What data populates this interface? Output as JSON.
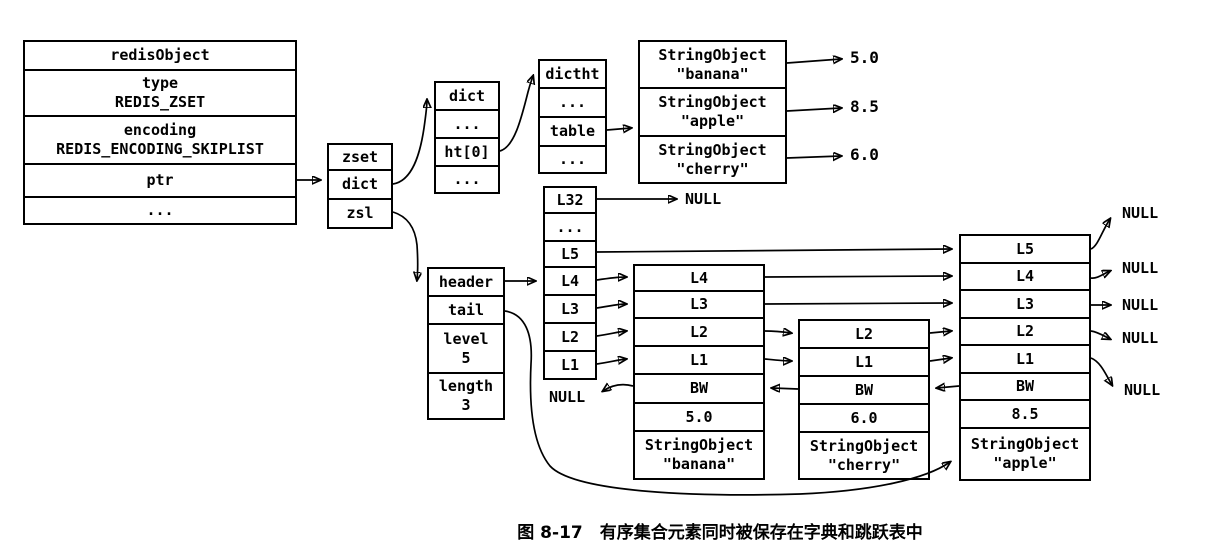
{
  "figure": {
    "caption": "图 8-17　有序集合元素同时被保存在字典和跳跃表中"
  },
  "labels": {
    "null": "NULL",
    "ellipsis": "..."
  },
  "redis_object": {
    "title": "redisObject",
    "type_label": "type",
    "type_value": "REDIS_ZSET",
    "encoding_label": "encoding",
    "encoding_value": "REDIS_ENCODING_SKIPLIST",
    "ptr_label": "ptr"
  },
  "zset": {
    "title": "zset",
    "dict_field": "dict",
    "zsl_field": "zsl"
  },
  "dict": {
    "title": "dict",
    "ht0_field": "ht[0]"
  },
  "dictht": {
    "title": "dictht",
    "table_field": "table"
  },
  "hash_table": {
    "entries": [
      {
        "line1": "StringObject",
        "line2": "\"banana\"",
        "score": "5.0"
      },
      {
        "line1": "StringObject",
        "line2": "\"apple\"",
        "score": "8.5"
      },
      {
        "line1": "StringObject",
        "line2": "\"cherry\"",
        "score": "6.0"
      }
    ]
  },
  "skiplist": {
    "header_field": "header",
    "tail_field": "tail",
    "level_label": "level",
    "level_value": "5",
    "length_label": "length",
    "length_value": "3"
  },
  "header_levels": {
    "rows": [
      "L32",
      "...",
      "L5",
      "L4",
      "L3",
      "L2",
      "L1"
    ]
  },
  "nodes": [
    {
      "name": "banana",
      "levels": [
        "L4",
        "L3",
        "L2",
        "L1"
      ],
      "bw": "BW",
      "score": "5.0",
      "obj_line1": "StringObject",
      "obj_line2": "\"banana\""
    },
    {
      "name": "cherry",
      "levels": [
        "L2",
        "L1"
      ],
      "bw": "BW",
      "score": "6.0",
      "obj_line1": "StringObject",
      "obj_line2": "\"cherry\""
    },
    {
      "name": "apple",
      "levels": [
        "L5",
        "L4",
        "L3",
        "L2",
        "L1"
      ],
      "bw": "BW",
      "score": "8.5",
      "obj_line1": "StringObject",
      "obj_line2": "\"apple\""
    }
  ]
}
